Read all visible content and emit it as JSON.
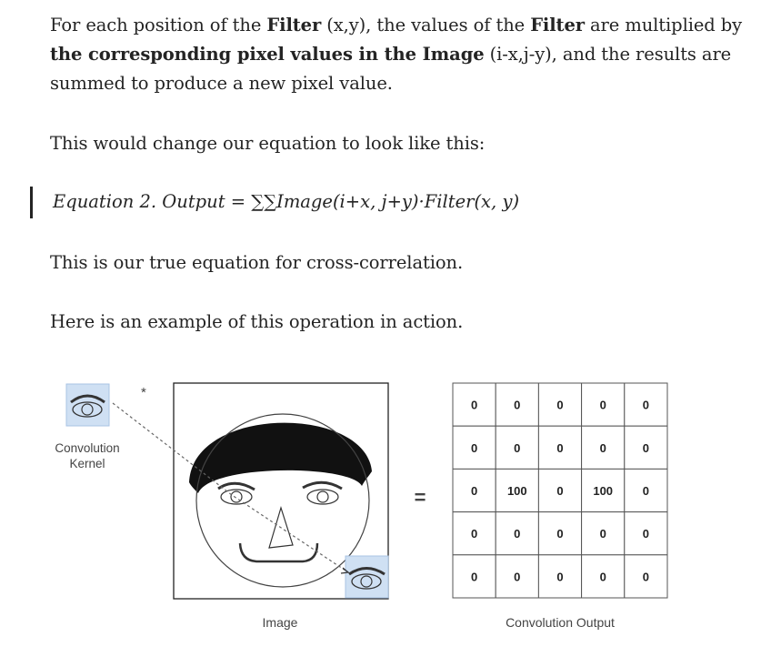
{
  "para1": {
    "s1": "For each position of the ",
    "b1": "Filter",
    "s2": " (x,y), the values of the ",
    "b2": "Filter",
    "s3": " are multiplied by",
    "b3": "the corresponding pixel values in the Image",
    "s4": " (i-x,j-y), and the results are",
    "s5": "summed to produce a new pixel value."
  },
  "para2": "This would change our equation to look like this:",
  "equation": "Equation 2. Output = ∑∑Image(i+x, j+y)·Filter(x, y)",
  "para3": "This is our true equation for cross-correlation.",
  "para4": "Here is an example of this operation in action.",
  "figure": {
    "kernel_label_1": "Convolution",
    "kernel_label_2": "Kernel",
    "multiply_symbol": "*",
    "equals_symbol": "=",
    "image_label": "Image",
    "output_label": "Convolution Output",
    "output_grid": [
      [
        "0",
        "0",
        "0",
        "0",
        "0"
      ],
      [
        "0",
        "0",
        "0",
        "0",
        "0"
      ],
      [
        "0",
        "100",
        "0",
        "100",
        "0"
      ],
      [
        "0",
        "0",
        "0",
        "0",
        "0"
      ],
      [
        "0",
        "0",
        "0",
        "0",
        "0"
      ]
    ]
  }
}
